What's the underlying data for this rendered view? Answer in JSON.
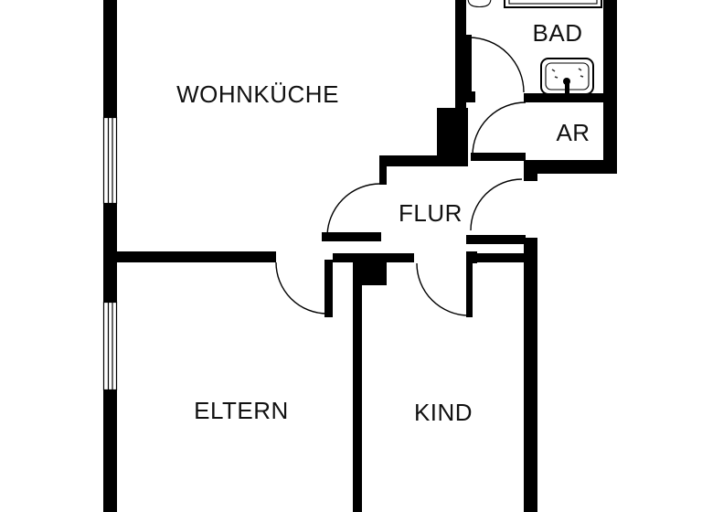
{
  "plan": {
    "type": "apartment-floor-plan",
    "background_color": "#ffffff",
    "wall_color": "#000000",
    "text_color": "#111111"
  },
  "rooms": [
    {
      "id": "wohnkueche",
      "label": "WOHNKÜCHE"
    },
    {
      "id": "bad",
      "label": "BAD"
    },
    {
      "id": "ar",
      "label": "AR"
    },
    {
      "id": "flur",
      "label": "FLUR"
    },
    {
      "id": "eltern",
      "label": "ELTERN"
    },
    {
      "id": "kind",
      "label": "KIND"
    }
  ],
  "fixtures": [
    {
      "icon": "bathtub-icon",
      "room": "BAD"
    },
    {
      "icon": "toilet-icon",
      "room": "BAD"
    },
    {
      "icon": "sink-icon",
      "room": "BAD"
    }
  ],
  "windows": [
    {
      "name": "window-wohnkueche"
    },
    {
      "name": "window-eltern"
    }
  ],
  "doors": [
    {
      "name": "door-wohnkueche"
    },
    {
      "name": "door-bad"
    },
    {
      "name": "door-ar"
    },
    {
      "name": "door-flur"
    },
    {
      "name": "door-eltern"
    },
    {
      "name": "door-kind"
    }
  ]
}
